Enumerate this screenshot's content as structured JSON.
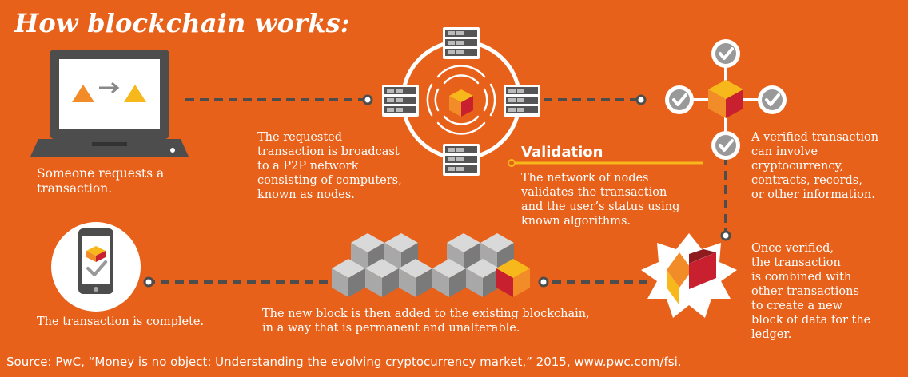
{
  "title": "How blockchain works:",
  "steps": {
    "request": "Someone requests a\ntransaction.",
    "broadcast": "The requested\ntransaction is broadcast\nto a P2P network\nconsisting of computers,\nknown as nodes.",
    "validation_heading": "Validation",
    "validation_body": "The network of nodes\nvalidates the transaction\nand the user’s status using\nknown algorithms.",
    "verified": "A verified transaction\ncan involve\ncryptocurrency,\ncontracts, records,\nor other information.",
    "combined": "Once verified,\nthe transaction\nis combined with\nother transactions\nto create a new\nblock of data for the\nledger.",
    "added": "The new block is then added to the existing blockchain,\nin a way that is permanent and unalterable.",
    "complete": "The transaction is complete."
  },
  "source": "Source: PwC, “Money is no object: Understanding the evolving cryptocurrency market,” 2015, www.pwc.com/fsi.",
  "colors": {
    "background": "#E8611A",
    "dark_gray": "#4D4D4D",
    "yellow": "#F7B81B",
    "orange": "#F28C28",
    "red": "#C8202F",
    "dark_red": "#8E1C1F"
  },
  "icons": [
    "laptop-icon",
    "server-icon",
    "signal-icon",
    "check-icon",
    "block-cube-icon",
    "starburst-icon",
    "smartphone-icon"
  ]
}
